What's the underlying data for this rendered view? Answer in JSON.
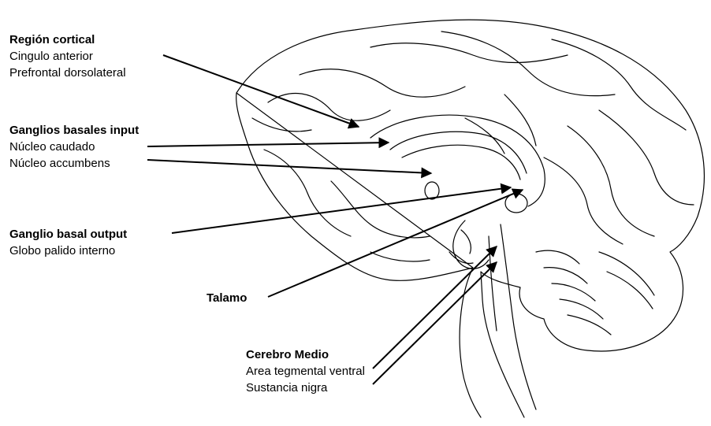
{
  "labels": {
    "cortical": {
      "heading": "Región cortical",
      "lines": [
        "Cingulo anterior",
        "Prefrontal dorsolateral"
      ]
    },
    "basal_input": {
      "heading": "Ganglios basales input",
      "lines": [
        "Núcleo caudado",
        "Núcleo accumbens"
      ]
    },
    "basal_output": {
      "heading": "Ganglio basal output",
      "lines": [
        "Globo palido interno"
      ]
    },
    "thalamus": {
      "heading": "Talamo"
    },
    "midbrain": {
      "heading": "Cerebro Medio",
      "lines": [
        "Area tegmental ventral",
        "Sustancia nigra"
      ]
    }
  },
  "colors": {
    "ink": "#000000",
    "background": "#ffffff"
  }
}
